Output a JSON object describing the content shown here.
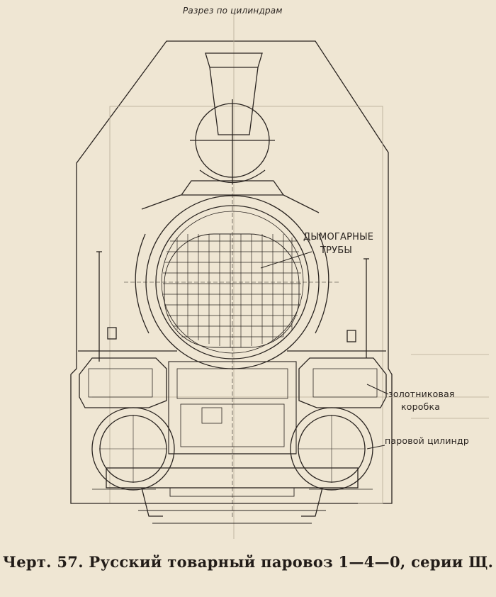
{
  "drawing": {
    "section_title": "Разрез по цилиндрам",
    "labels": {
      "smoke_tubes_line1": "ДЫМОГАРНЫЕ",
      "smoke_tubes_line2": "ТРУБЫ",
      "valve_box_line1": "золотниковая",
      "valve_box_line2": "коробка",
      "steam_cylinder": "паровой цилиндр"
    }
  },
  "caption": "Черт. 57. Русский товарный паровоз 1—4—0, серии Щ.",
  "colors": {
    "paper": "#efe6d3",
    "ink": "#2a2420"
  }
}
